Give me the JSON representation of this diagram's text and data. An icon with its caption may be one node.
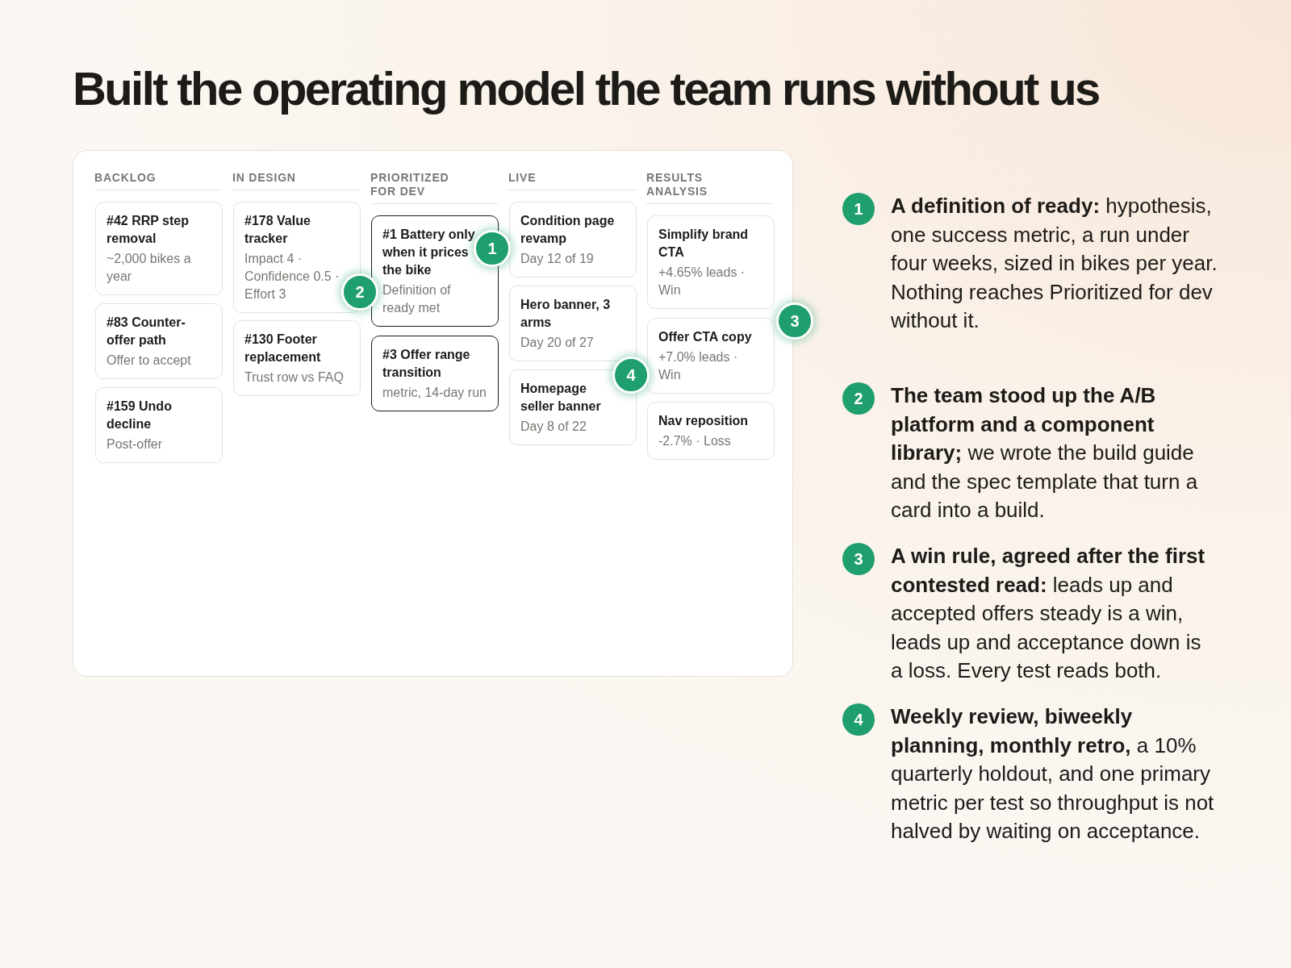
{
  "diagram": {
    "title": "Built the operating model the team runs without us",
    "nodes": [
      {
        "text": [],
        "shape": "box"
      },
      {
        "text": [
          "#42 RRP step removal",
          "~2,000 bikes a year"
        ],
        "in": 0
      },
      {
        "text": [
          "#83 Counter-offer path",
          "Offer to accept"
        ],
        "in": 0
      },
      {
        "text": [
          "#159 Undo decline",
          "Post-offer"
        ],
        "in": 0
      },
      {
        "text": [
          "#178 Value tracker",
          "Impact 4 · Confidence 0.5 · Effort 3"
        ],
        "in": 0
      },
      {
        "text": [
          "#130 Footer replacement",
          "Trust row vs FAQ"
        ],
        "in": 0
      },
      {
        "text": [
          "#1 Battery only when it prices the bike",
          "Definition of ready met"
        ],
        "in": 0
      },
      {
        "text": [
          "#3 Offer range transition",
          "metric, 14-day run"
        ],
        "in": 0
      },
      {
        "text": [
          "Condition page revamp",
          "Day 12 of 19"
        ],
        "in": 0
      },
      {
        "text": [
          "Hero banner, 3 arms",
          "Day 20 of 27"
        ],
        "in": 0
      },
      {
        "text": [
          "Homepage seller banner",
          "Day 8 of 22"
        ],
        "in": 0
      },
      {
        "text": [
          "Simplify brand CTA",
          "+4.65% leads · Win"
        ],
        "in": 0
      },
      {
        "text": [
          "Offer CTA copy",
          "+7.0% leads · Win"
        ],
        "in": 0
      },
      {
        "text": [
          "Nav reposition",
          "-2.7% · Loss"
        ],
        "in": 0
      }
    ],
    "edges": [],
    "labels": [
      "BACKLOG",
      "IN DESIGN",
      "PRIORITIZED FOR DEV",
      "LIVE",
      "RESULTS ANALYSIS",
      "1",
      "2",
      "3",
      "4",
      "1",
      "**A definition of ready:** hypothesis, one success metric, a run under four weeks, sized in bikes per year. Nothing reaches Prioritized for dev without it.",
      "2",
      "**The team stood up the A/B platform and a component library;** we wrote the build guide and the spec template that turn a card into a build.",
      "3",
      "**A win rule, agreed after the first contested read:** leads up and accepted offers steady is a win, leads up and acceptance down is a loss. Every test reads both.",
      "4",
      "**Weekly review, biweekly planning, monthly retro,** a 10% quarterly holdout, and one primary metric per test so throughput is not halved by waiting on acceptance."
    ]
  }
}
